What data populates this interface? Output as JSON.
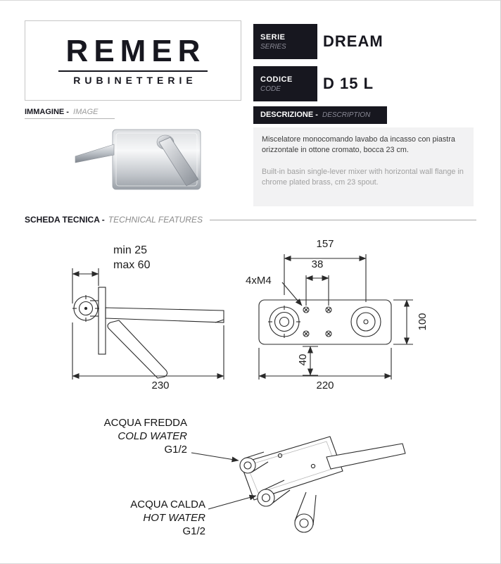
{
  "logo": {
    "brand": "REMER",
    "subtitle": "RUBINETTERIE"
  },
  "series": {
    "label_it": "SERIE",
    "label_en": "SERIES",
    "value": "DREAM"
  },
  "code": {
    "label_it": "CODICE",
    "label_en": "CODE",
    "value": "D 15 L"
  },
  "image_section": {
    "label_it": "IMMAGINE -",
    "label_en": "IMAGE"
  },
  "description": {
    "label_it": "DESCRIZIONE -",
    "label_en": "DESCRIPTION",
    "text_it": "Miscelatore monocomando lavabo da incasso con piastra orizzontale in ottone cromato, bocca 23 cm.",
    "text_en": "Built-in basin single-lever mixer with horizontal wall flange in chrome plated brass, cm 23 spout."
  },
  "technical": {
    "label_it": "SCHEDA TECNICA -",
    "label_en": "TECHNICAL FEATURES"
  },
  "dimensions": {
    "min_depth": "min 25",
    "max_depth": "max 60",
    "spout_length": "230",
    "centers": "157",
    "hole_spacing_h": "38",
    "screws": "4xM4",
    "plate_height": "100",
    "hole_spacing_v": "40",
    "plate_width": "220"
  },
  "connections": {
    "cold_it": "ACQUA FREDDA",
    "cold_en": "COLD WATER",
    "cold_thread": "G1/2",
    "hot_it": "ACQUA CALDA",
    "hot_en": "HOT WATER",
    "hot_thread": "G1/2"
  }
}
